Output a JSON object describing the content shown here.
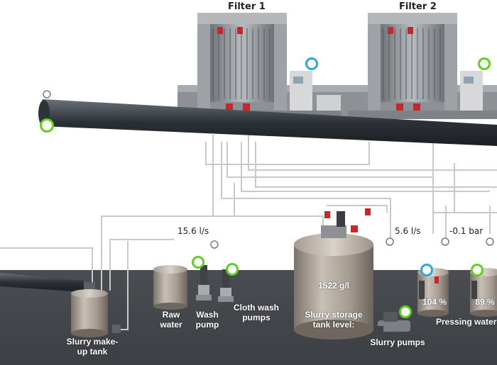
{
  "filters": [
    {
      "title": "Filter 1"
    },
    {
      "title": "Filter 2"
    }
  ],
  "flows": {
    "slurry_line": "15.6 l/s",
    "storage_outlet": "5.6 l/s",
    "pressing_pressure": "-0.1 bar"
  },
  "equipment": {
    "raw_water": "Raw\nwater",
    "wash_pump": "Wash\npump",
    "cloth_wash_pumps": "Cloth wash\npumps",
    "slurry_makeup_tank": "Slurry make-\nup tank",
    "slurry_storage_value": "1522 g/l",
    "slurry_storage_label": "Slurry storage\ntank level:",
    "slurry_pumps": "Slurry pumps",
    "pressing_water": "Pressing water",
    "pressing_tank_1_level": "104 %",
    "pressing_tank_2_level": "89 %"
  },
  "status_colors": {
    "active": "#5fd21c",
    "selected": "#29a8e0",
    "idle": "#9a9a9a"
  }
}
